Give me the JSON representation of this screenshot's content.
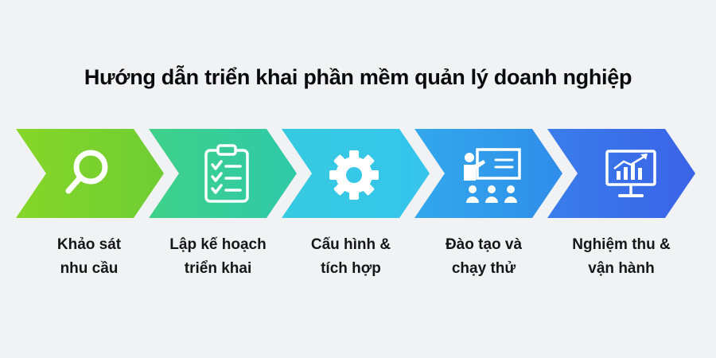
{
  "title": "Hướng dẫn triển khai phần mềm quản lý doanh nghiệp",
  "steps": [
    {
      "label": "Khảo sát\nnhu cầu",
      "icon": "magnifier-icon",
      "color": "#7ed321"
    },
    {
      "label": "Lập kế hoạch\ntriển khai",
      "icon": "clipboard-checklist-icon",
      "color": "#33cc96"
    },
    {
      "label": "Cấu hình &\ntích hợp",
      "icon": "gear-icon",
      "color": "#36c8e6"
    },
    {
      "label": "Đào tạo và\nchạy thử",
      "icon": "training-presentation-icon",
      "color": "#3098ee"
    },
    {
      "label": "Nghiệm thu &\nvận hành",
      "icon": "monitor-growth-chart-icon",
      "color": "#3a6fea"
    }
  ]
}
